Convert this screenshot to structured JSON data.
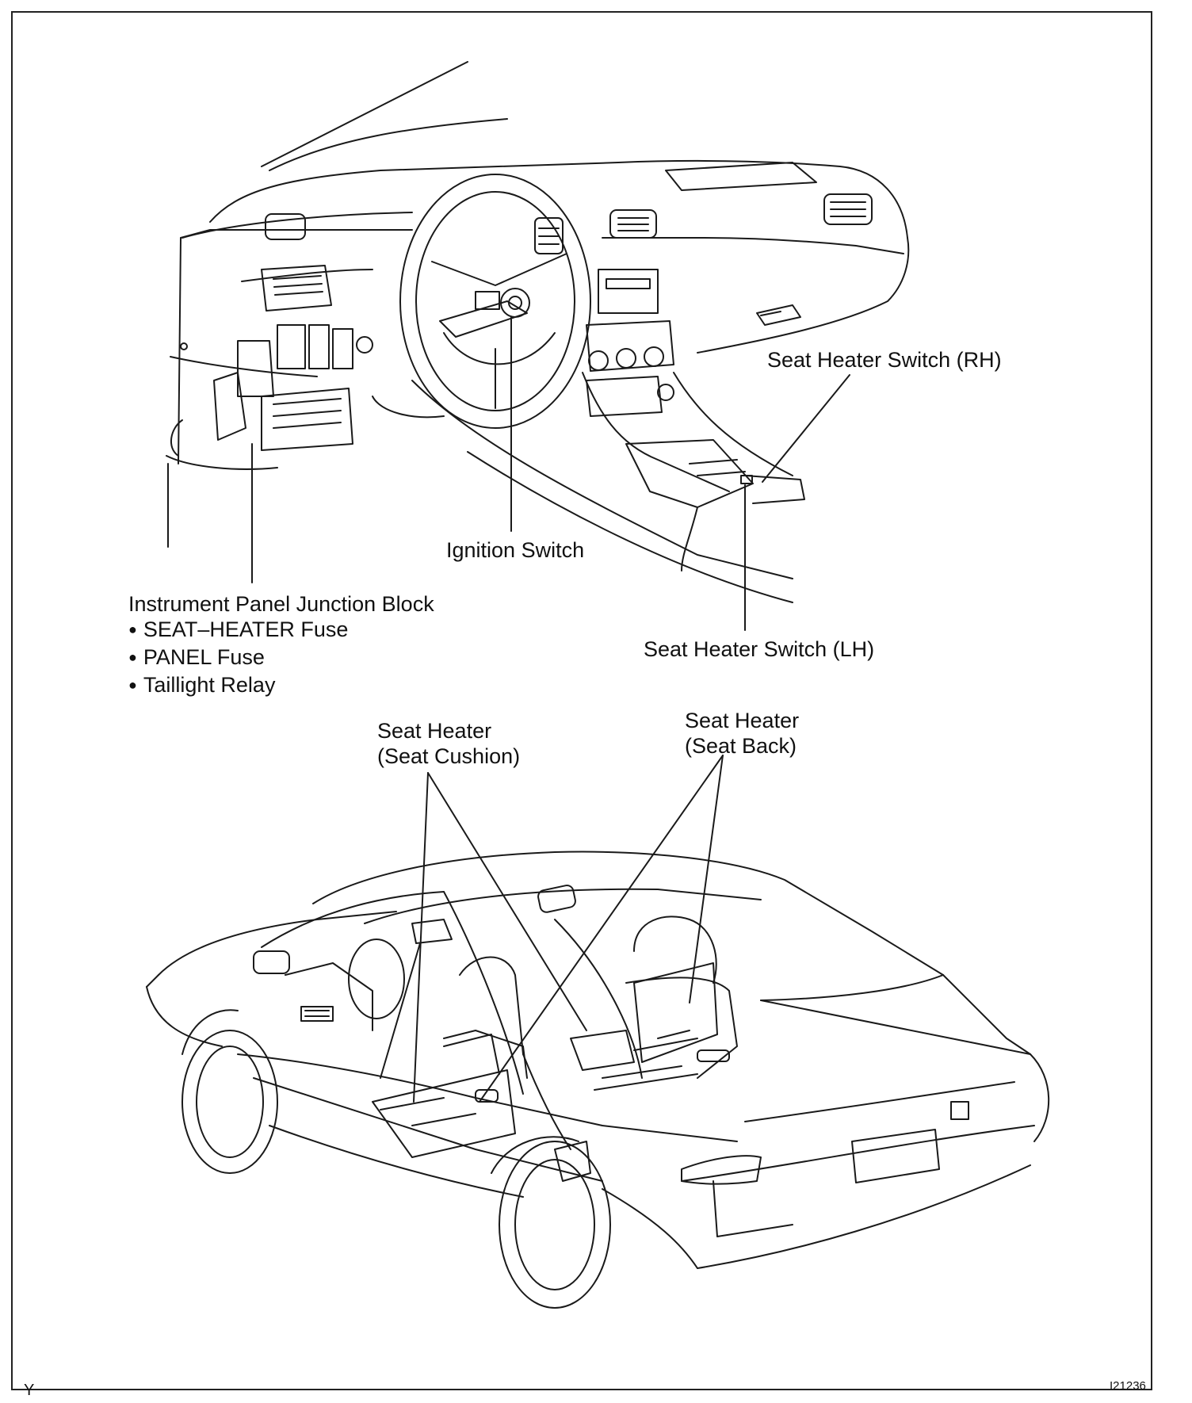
{
  "labels": {
    "rh_switch": "Seat Heater Switch (RH)",
    "ignition": "Ignition Switch",
    "lh_switch": "Seat Heater Switch (LH)",
    "junction_block": {
      "title": "Instrument Panel Junction Block",
      "items": [
        "SEAT–HEATER Fuse",
        "PANEL Fuse",
        "Taillight Relay"
      ]
    },
    "cushion": [
      "Seat Heater",
      "(Seat Cushion)"
    ],
    "back": [
      "Seat Heater",
      "(Seat Back)"
    ]
  },
  "corner_left": "Y",
  "corner_right": "I21236"
}
